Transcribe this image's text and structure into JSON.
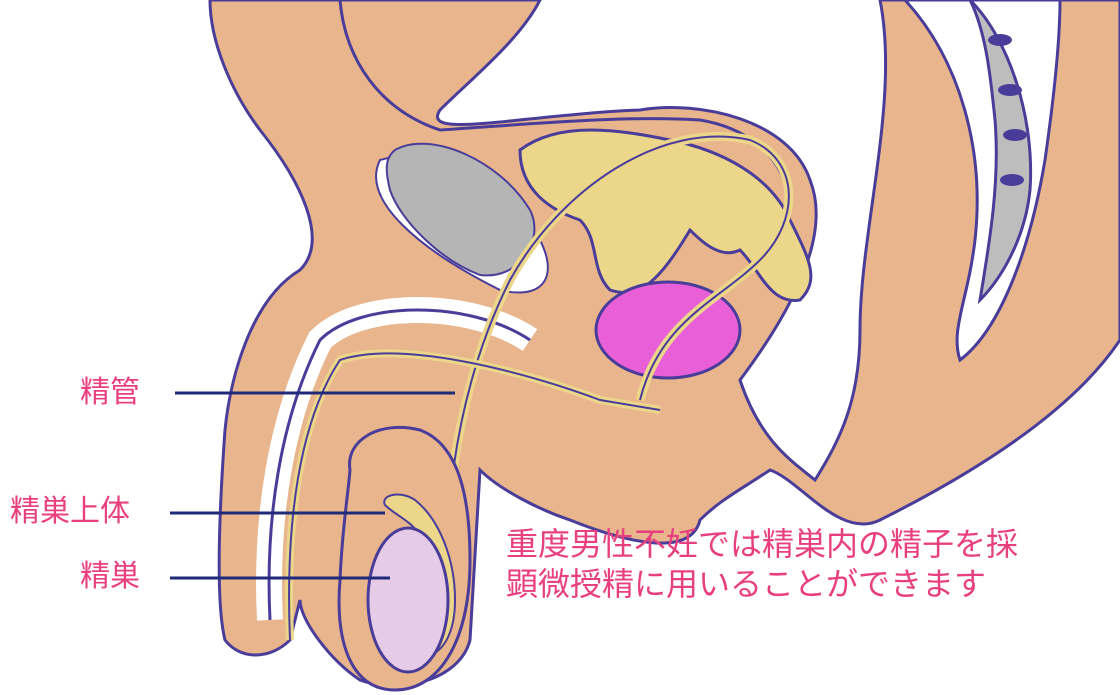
{
  "labels": {
    "vas_deferens": "精管",
    "epididymis": "精巣上体",
    "testis": "精巣"
  },
  "caption": {
    "line1": "重度男性不妊では精巣内の精子を採",
    "line2": "顕微授精に用いることができます"
  },
  "colors": {
    "skin": "#e8b58c",
    "outline": "#4a3d9a",
    "gland_yellow": "#ecd68a",
    "bladder_gray": "#b5b5b5",
    "prostate_magenta": "#e85fd8",
    "testis_lavender": "#e6cbe6",
    "leader_line": "#1f2a7a",
    "label_text": "#e8407e"
  }
}
